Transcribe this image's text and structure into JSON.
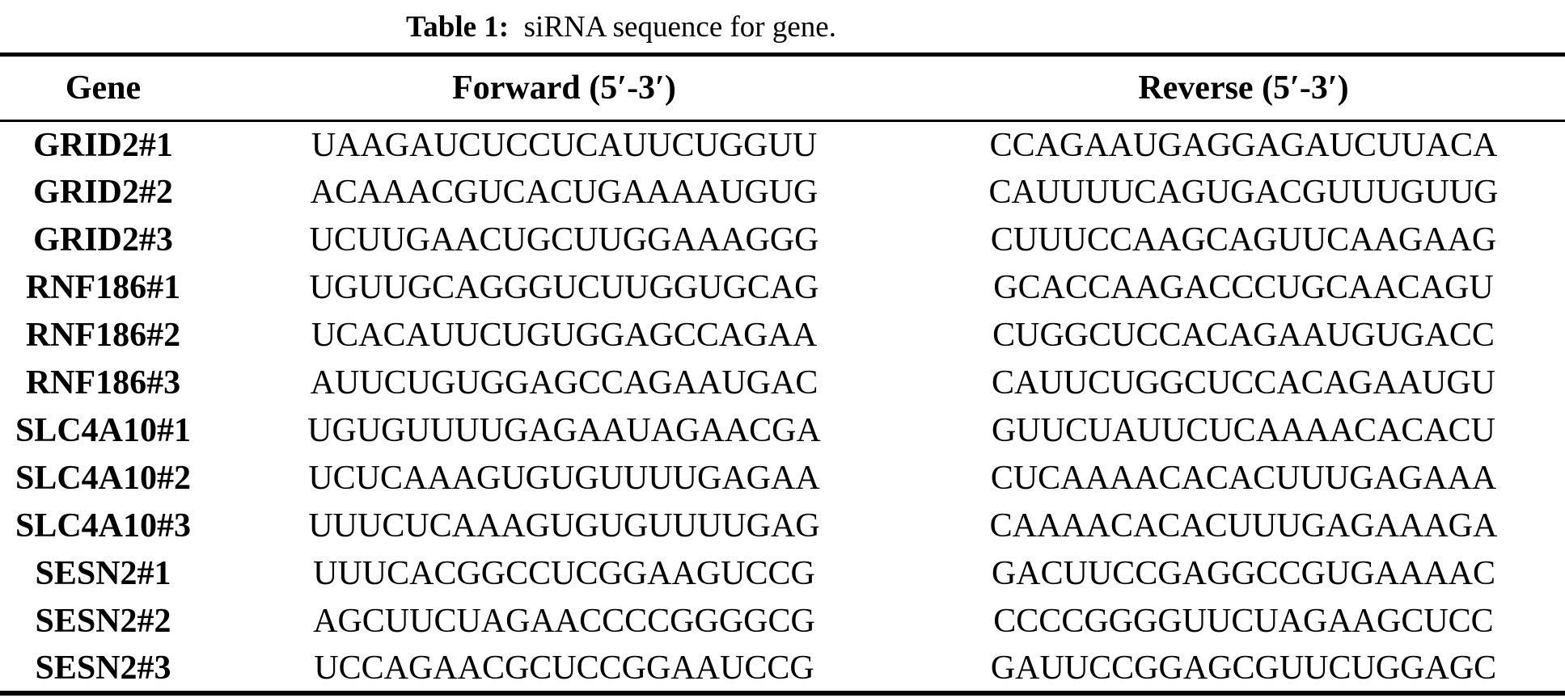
{
  "title": {
    "label": "Table 1:",
    "text": "siRNA sequence for gene."
  },
  "table": {
    "columns": {
      "gene": "Gene",
      "forward": "Forward (5′-3′)",
      "reverse": "Reverse (5′-3′)"
    },
    "rows": [
      {
        "gene": "GRID2#1",
        "forward": "UAAGAUCUCCUCAUUCUGGUU",
        "reverse": "CCAGAAUGAGGAGAUCUUACA"
      },
      {
        "gene": "GRID2#2",
        "forward": "ACAAACGUCACUGAAAAUGUG",
        "reverse": "CAUUUUCAGUGACGUUUGUUG"
      },
      {
        "gene": "GRID2#3",
        "forward": "UCUUGAACUGCUUGGAAAGGG",
        "reverse": "CUUUCCAAGCAGUUCAAGAAG"
      },
      {
        "gene": "RNF186#1",
        "forward": "UGUUGCAGGGUCUUGGUGCAG",
        "reverse": "GCACCAAGACCCUGCAACAGU"
      },
      {
        "gene": "RNF186#2",
        "forward": "UCACAUUCUGUGGAGCCAGAA",
        "reverse": "CUGGCUCCACAGAAUGUGACC"
      },
      {
        "gene": "RNF186#3",
        "forward": "AUUCUGUGGAGCCAGAAUGAC",
        "reverse": "CAUUCUGGCUCCACAGAAUGU"
      },
      {
        "gene": "SLC4A10#1",
        "forward": "UGUGUUUUGAGAAUAGAACGA",
        "reverse": "GUUCUAUUCUCAAAACACACU"
      },
      {
        "gene": "SLC4A10#2",
        "forward": "UCUCAAAGUGUGUUUUGAGAA",
        "reverse": "CUCAAAACACACUUUGAGAAA"
      },
      {
        "gene": "SLC4A10#3",
        "forward": "UUUCUCAAAGUGUGUUUUGAG",
        "reverse": "CAAAACACACUUUGAGAAAGA"
      },
      {
        "gene": "SESN2#1",
        "forward": "UUUCACGGCCUCGGAAGUCCG",
        "reverse": "GACUUCCGAGGCCGUGAAAAC"
      },
      {
        "gene": "SESN2#2",
        "forward": "AGCUUCUAGAACCCCGGGGCG",
        "reverse": "CCCCGGGGUUCUAGAAGCUCC"
      },
      {
        "gene": "SESN2#3",
        "forward": "UCCAGAACGCUCCGGAAUCCG",
        "reverse": "GAUUCCGGAGCGUUCUGGAGC"
      }
    ]
  }
}
